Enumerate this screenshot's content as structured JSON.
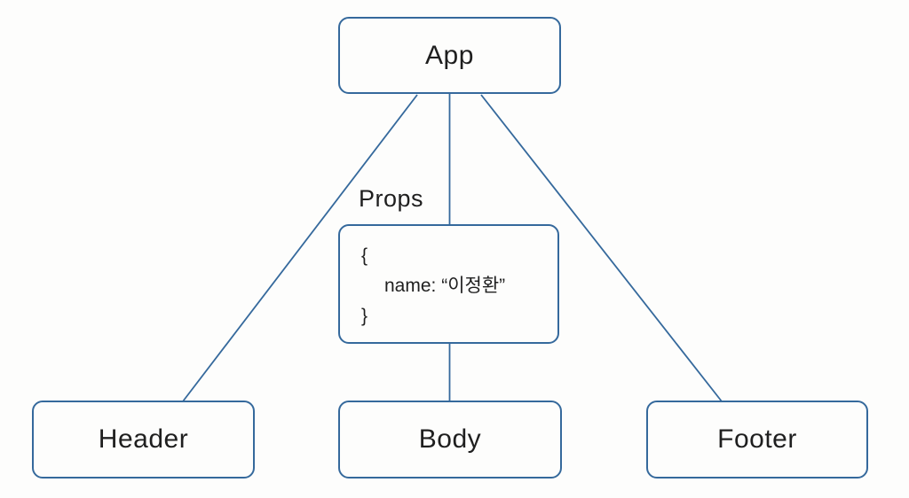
{
  "diagram": {
    "title_hint": "component-tree-with-props",
    "nodes": {
      "app": {
        "label": "App"
      },
      "header": {
        "label": "Header"
      },
      "body": {
        "label": "Body"
      },
      "footer": {
        "label": "Footer"
      }
    },
    "props": {
      "label": "Props",
      "lines": [
        "{",
        "name: “이정환”",
        "}"
      ]
    },
    "edges": [
      {
        "from": "app",
        "to": "header"
      },
      {
        "from": "app",
        "to": "props"
      },
      {
        "from": "props",
        "to": "body"
      },
      {
        "from": "app",
        "to": "footer"
      }
    ],
    "colors": {
      "stroke": "#35699c",
      "text": "#1f1f1f",
      "background": "#fdfdfc"
    }
  }
}
